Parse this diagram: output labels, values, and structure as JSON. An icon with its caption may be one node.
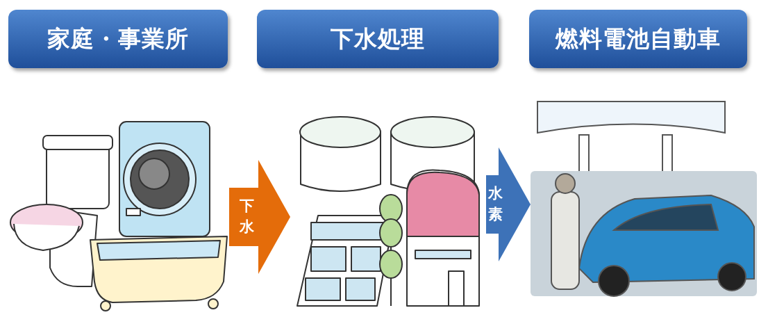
{
  "diagram": {
    "nodes": [
      {
        "text": [
          "家庭・事業所"
        ]
      },
      {
        "text": [
          "下水処理"
        ]
      },
      {
        "text": [
          "燃料電池自動車"
        ]
      },
      {
        "text": [],
        "shape": "picture"
      },
      {
        "text": [],
        "shape": "picture"
      },
      {
        "text": [],
        "shape": "picture"
      }
    ],
    "edges": [
      {
        "from": 3,
        "to": 4,
        "arrow": "to",
        "label": "下水",
        "color": "#e46c0a"
      },
      {
        "from": 4,
        "to": 5,
        "arrow": "to",
        "label": "水素",
        "color": "#3d72b8"
      }
    ]
  }
}
